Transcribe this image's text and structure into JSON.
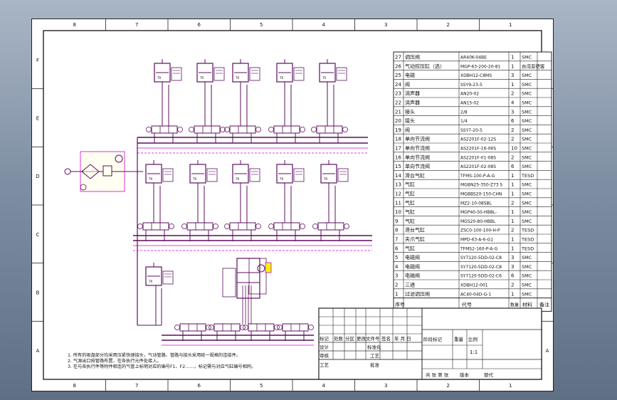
{
  "zone_columns": [
    "8",
    "7",
    "6",
    "5",
    "4",
    "3",
    "2",
    "1"
  ],
  "zone_rows": [
    "F",
    "E",
    "D",
    "C",
    "B",
    "A"
  ],
  "bom_rows": [
    {
      "no": "27",
      "name": "调压阀",
      "code": "AR40K-04BE",
      "qty": "1",
      "mat": "SMC",
      "note": ""
    },
    {
      "no": "26",
      "name": "气动控压缸（选）",
      "code": "MGP-63-200-20-81",
      "qty": "1",
      "mat": "台湾亚德客",
      "note": ""
    },
    {
      "no": "25",
      "name": "电磁",
      "code": "XDBH12-C8MS",
      "qty": "3",
      "mat": "SMC",
      "note": ""
    },
    {
      "no": "24",
      "name": "阀",
      "code": "SSY9-23-5",
      "qty": "1",
      "mat": "SMC",
      "note": ""
    },
    {
      "no": "23",
      "name": "消声器",
      "code": "AN20-02",
      "qty": "2",
      "mat": "SMC",
      "note": ""
    },
    {
      "no": "22",
      "name": "消声器",
      "code": "AN15-02",
      "qty": "4",
      "mat": "SMC",
      "note": ""
    },
    {
      "no": "21",
      "name": "接头",
      "code": "2/8",
      "qty": "3",
      "mat": "SMC",
      "note": ""
    },
    {
      "no": "20",
      "name": "接头",
      "code": "1/4",
      "qty": "6",
      "mat": "SMC",
      "note": ""
    },
    {
      "no": "19",
      "name": "阀",
      "code": "SSY7-20-5",
      "qty": "2",
      "mat": "SMC",
      "note": ""
    },
    {
      "no": "18",
      "name": "单向节流阀",
      "code": "AS2201F-02-12S",
      "qty": "2",
      "mat": "SMC",
      "note": ""
    },
    {
      "no": "17",
      "name": "单向节流阀",
      "code": "AS2201F-16-06S",
      "qty": "10",
      "mat": "SMC",
      "note": ""
    },
    {
      "no": "16",
      "name": "单向节流阀",
      "code": "AS2201F-01-08S",
      "qty": "2",
      "mat": "SMC",
      "note": ""
    },
    {
      "no": "15",
      "name": "单向节流阀",
      "code": "AS2201F-02-08S",
      "qty": "6",
      "mat": "SMC",
      "note": ""
    },
    {
      "no": "14",
      "name": "滑台气缸",
      "code": "TFMS-100-P-A-G",
      "qty": "1",
      "mat": "TESD",
      "note": ""
    },
    {
      "no": "13",
      "name": "气缸",
      "code": "MGBN25-350-Z73 S",
      "qty": "1",
      "mat": "SMC",
      "note": ""
    },
    {
      "no": "12",
      "name": "气缸",
      "code": "MGBBS20-150-CHN",
      "qty": "1",
      "mat": "SMC",
      "note": ""
    },
    {
      "no": "11",
      "name": "气缸",
      "code": "MZ2-10-08SBL",
      "qty": "2",
      "mat": "SMC",
      "note": ""
    },
    {
      "no": "10",
      "name": "气缸",
      "code": "MGP40-50-HBBL-",
      "qty": "1",
      "mat": "SMC",
      "note": ""
    },
    {
      "no": "9",
      "name": "气缸",
      "code": "MGS20-80-HBBL",
      "qty": "1",
      "mat": "SMC",
      "note": ""
    },
    {
      "no": "8",
      "name": "滑台气缸",
      "code": "ZSC0-100-100-H-P",
      "qty": "2",
      "mat": "TESD",
      "note": ""
    },
    {
      "no": "7",
      "name": "夹爪气缸",
      "code": "MPD-63-A-6-G1",
      "qty": "1",
      "mat": "TESD",
      "note": ""
    },
    {
      "no": "6",
      "name": "气缸",
      "code": "TFMS2-160-P-A-G",
      "qty": "1",
      "mat": "TESD",
      "note": ""
    },
    {
      "no": "5",
      "name": "电磁阀",
      "code": "SY7120-5DD-02-C8",
      "qty": "3",
      "mat": "SMC",
      "note": ""
    },
    {
      "no": "4",
      "name": "电磁阀",
      "code": "SY7120-5DD-02-C8",
      "qty": "3",
      "mat": "SMC",
      "note": ""
    },
    {
      "no": "3",
      "name": "电磁阀",
      "code": "SY7120-5DD-02-C6",
      "qty": "6",
      "mat": "SMC",
      "note": ""
    },
    {
      "no": "2",
      "name": "三通",
      "code": "XDBH12-001",
      "qty": "2",
      "mat": "SMC",
      "note": ""
    },
    {
      "no": "1",
      "name": "过滤调压阀",
      "code": "AC40-04D-G-1",
      "qty": "1",
      "mat": "SMC",
      "note": ""
    }
  ],
  "bom_header": {
    "no": "序号",
    "code": "代号",
    "qty": "数量",
    "mat": "材料",
    "note": "备注"
  },
  "title_block": {
    "mark_label": "标记",
    "count_label": "处数",
    "zone_label": "分区",
    "change_doc_label": "更改文件号",
    "sign_label": "签名",
    "date_label": "年 月 日",
    "designer_label": "设计",
    "standard_label": "标准化",
    "review_label": "审核",
    "craft_label": "工艺",
    "approve_label": "批准",
    "process_label": "工艺",
    "stage_label": "阶段标记",
    "weight_label": "重量",
    "scale_label": "比例",
    "scale_value": "1:1",
    "sheets_label": "共 张 第 张",
    "version_label": "版本",
    "replace_label": "替代"
  },
  "notes": [
    "1. 所有的吸盘部分均采用压紧快速接头，气动管路、管路与接头采用统一规格的连接件。",
    "2. 气源出口按管路布置，在各执行元件处接入。",
    "3. 在与各执行件等附件相连的气管上标明对应的编号F1、F2……，标记需与对应气缸编号相同。"
  ],
  "colors": {
    "line": "#5b0f5e",
    "accent": "#d400d4",
    "highlight": "#f5f500",
    "frame": "#222222"
  }
}
